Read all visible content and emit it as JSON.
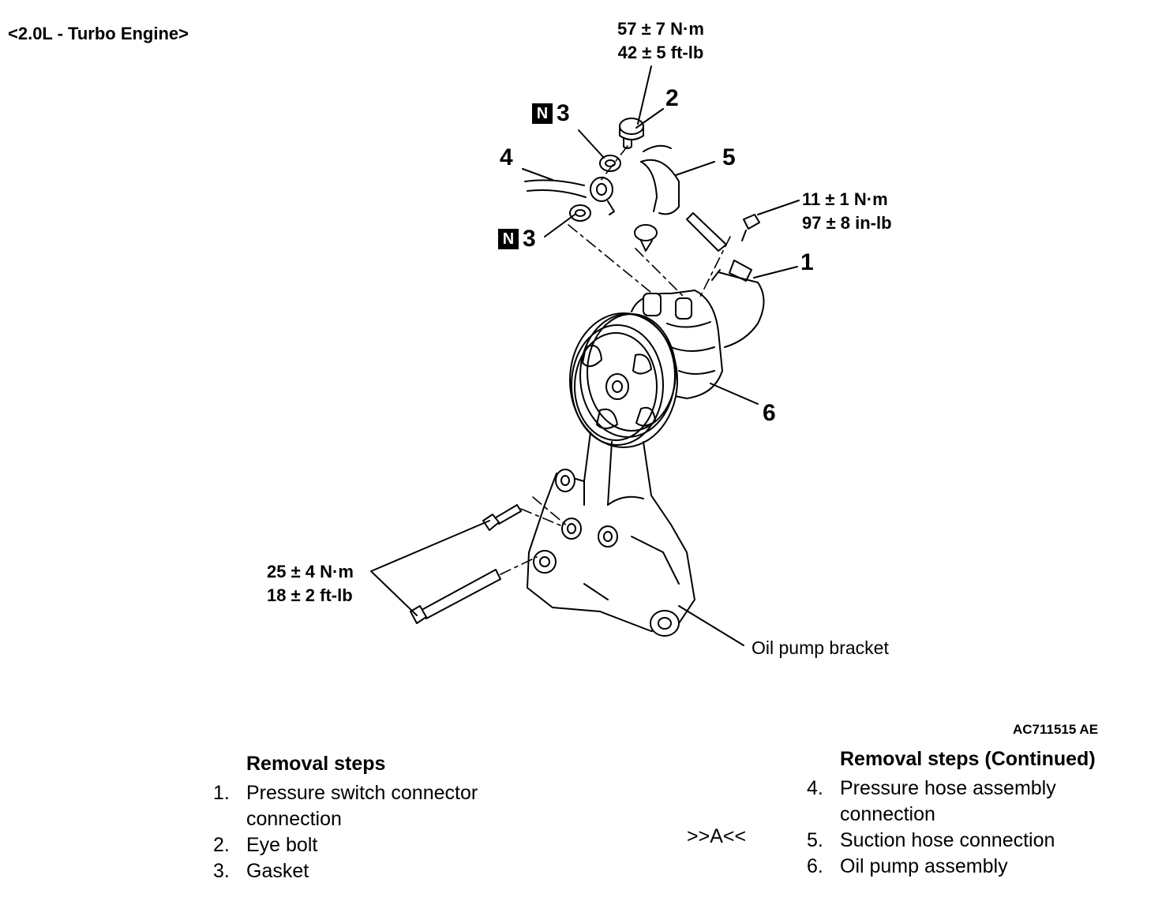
{
  "engine_label": "<2.0L - Turbo Engine>",
  "torque": {
    "eye_bolt": [
      "57 ± 7 N·m",
      "42 ± 5 ft-lb"
    ],
    "switch_bolt": [
      "11 ± 1 N·m",
      "97 ± 8 in-lb"
    ],
    "bracket_bolts": [
      "25 ± 4 N·m",
      "18 ± 2 ft-lb"
    ]
  },
  "callouts": {
    "c1": "1",
    "c2": "2",
    "c3_top": "3",
    "c3_bottom": "3",
    "c4": "4",
    "c5": "5",
    "c6": "6"
  },
  "n_badge": "N",
  "bracket_label": "Oil pump bracket",
  "figure_code": "AC711515 AE",
  "removal_left": {
    "title": "Removal steps",
    "items": [
      {
        "num": "1.",
        "label": "Pressure switch connector connection"
      },
      {
        "num": "2.",
        "label": "Eye bolt"
      },
      {
        "num": "3.",
        "label": "Gasket"
      }
    ]
  },
  "removal_right": {
    "title": "Removal steps (Continued)",
    "items": [
      {
        "num": "4.",
        "label": "Pressure hose assembly connection"
      },
      {
        "num": "5.",
        "label": "Suction hose connection"
      },
      {
        "num": "6.",
        "label": "Oil pump assembly"
      }
    ],
    "marker": ">>A<<"
  }
}
